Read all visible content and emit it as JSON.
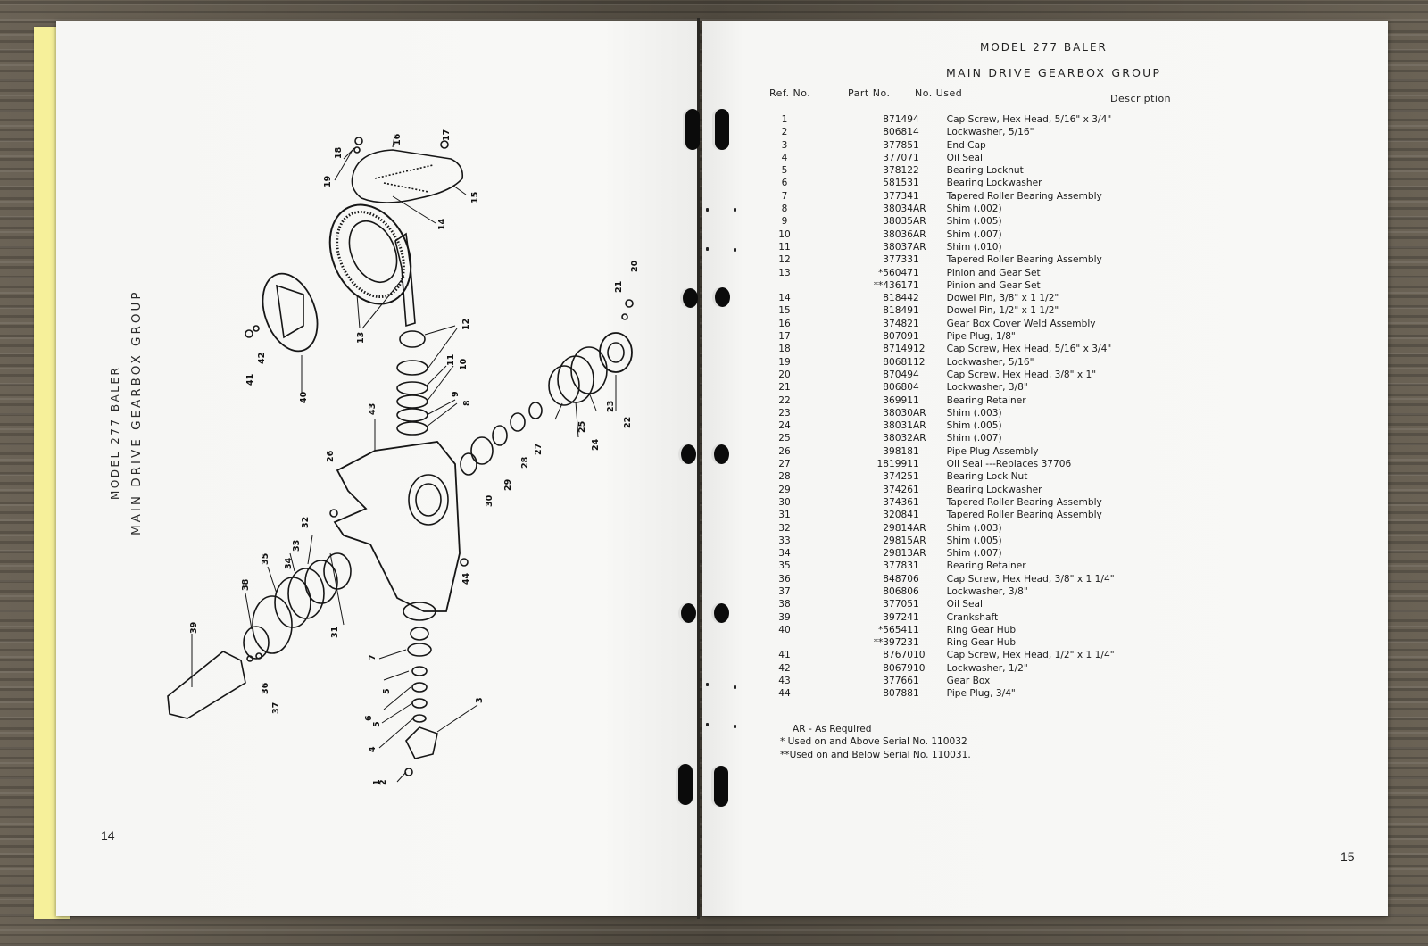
{
  "left_page": {
    "side_title": {
      "line1": "MODEL 277 BALER",
      "line2": "MAIN DRIVE GEARBOX GROUP"
    },
    "page_number": "14",
    "diagram": {
      "callouts": [
        "1",
        "2",
        "3",
        "4",
        "5",
        "5",
        "6",
        "7",
        "8",
        "9",
        "10",
        "11",
        "12",
        "13",
        "14",
        "15",
        "16",
        "17",
        "18",
        "19",
        "20",
        "21",
        "22",
        "23",
        "24",
        "25",
        "26",
        "27",
        "28",
        "29",
        "30",
        "31",
        "32",
        "33",
        "34",
        "35",
        "36",
        "37",
        "38",
        "39",
        "40",
        "41",
        "42",
        "43",
        "44"
      ]
    }
  },
  "right_page": {
    "header": {
      "model": "MODEL 277 BALER",
      "group": "MAIN DRIVE GEARBOX GROUP"
    },
    "columns": {
      "ref": "Ref. No.",
      "part": "Part No.",
      "used": "No. Used",
      "desc": "Description"
    },
    "parts": [
      {
        "ref": "1",
        "part": "87149",
        "used": "4",
        "desc": "Cap Screw, Hex Head, 5/16\" x 3/4\""
      },
      {
        "ref": "2",
        "part": "80681",
        "used": "4",
        "desc": "Lockwasher, 5/16\""
      },
      {
        "ref": "3",
        "part": "37785",
        "used": "1",
        "desc": "End Cap"
      },
      {
        "ref": "4",
        "part": "37707",
        "used": "1",
        "desc": "Oil Seal"
      },
      {
        "ref": "5",
        "part": "37812",
        "used": "2",
        "desc": "Bearing Locknut"
      },
      {
        "ref": "6",
        "part": "58153",
        "used": "1",
        "desc": "Bearing Lockwasher"
      },
      {
        "ref": "7",
        "part": "37734",
        "used": "1",
        "desc": "Tapered Roller Bearing Assembly"
      },
      {
        "ref": "8",
        "part": "38034",
        "used": "AR",
        "desc": "Shim (.002)"
      },
      {
        "ref": "9",
        "part": "38035",
        "used": "AR",
        "desc": "Shim (.005)"
      },
      {
        "ref": "10",
        "part": "38036",
        "used": "AR",
        "desc": "Shim (.007)"
      },
      {
        "ref": "11",
        "part": "38037",
        "used": "AR",
        "desc": "Shim (.010)"
      },
      {
        "ref": "12",
        "part": "37733",
        "used": "1",
        "desc": "Tapered Roller Bearing Assembly"
      },
      {
        "ref": "13",
        "part": "*56047",
        "used": "1",
        "desc": "Pinion and Gear Set"
      },
      {
        "ref": "",
        "part": "**43617",
        "used": "1",
        "desc": "Pinion and Gear Set"
      },
      {
        "ref": "14",
        "part": "81844",
        "used": "2",
        "desc": "Dowel Pin, 3/8\" x 1 1/2\""
      },
      {
        "ref": "15",
        "part": "81849",
        "used": "1",
        "desc": "Dowel Pin, 1/2\" x 1 1/2\""
      },
      {
        "ref": "16",
        "part": "37482",
        "used": "1",
        "desc": "Gear Box Cover Weld Assembly"
      },
      {
        "ref": "17",
        "part": "80709",
        "used": "1",
        "desc": "Pipe Plug, 1/8\""
      },
      {
        "ref": "18",
        "part": "87149",
        "used": "12",
        "desc": "Cap Screw, Hex Head, 5/16\" x 3/4\""
      },
      {
        "ref": "19",
        "part": "80681",
        "used": "12",
        "desc": "Lockwasher, 5/16\""
      },
      {
        "ref": "20",
        "part": "87049",
        "used": "4",
        "desc": "Cap Screw, Hex Head, 3/8\" x 1\""
      },
      {
        "ref": "21",
        "part": "80680",
        "used": "4",
        "desc": "Lockwasher, 3/8\""
      },
      {
        "ref": "22",
        "part": "36991",
        "used": "1",
        "desc": "Bearing Retainer"
      },
      {
        "ref": "23",
        "part": "38030",
        "used": "AR",
        "desc": "Shim (.003)"
      },
      {
        "ref": "24",
        "part": "38031",
        "used": "AR",
        "desc": "Shim (.005)"
      },
      {
        "ref": "25",
        "part": "38032",
        "used": "AR",
        "desc": "Shim (.007)"
      },
      {
        "ref": "26",
        "part": "39818",
        "used": "1",
        "desc": "Pipe Plug Assembly"
      },
      {
        "ref": "27",
        "part": "181991",
        "used": "1",
        "desc": "Oil Seal  ---Replaces 37706"
      },
      {
        "ref": "28",
        "part": "37425",
        "used": "1",
        "desc": "Bearing Lock Nut"
      },
      {
        "ref": "29",
        "part": "37426",
        "used": "1",
        "desc": "Bearing Lockwasher"
      },
      {
        "ref": "30",
        "part": "37436",
        "used": "1",
        "desc": "Tapered Roller Bearing Assembly"
      },
      {
        "ref": "31",
        "part": "32084",
        "used": "1",
        "desc": "Tapered Roller Bearing Assembly"
      },
      {
        "ref": "32",
        "part": "29814",
        "used": "AR",
        "desc": "Shim (.003)"
      },
      {
        "ref": "33",
        "part": "29815",
        "used": "AR",
        "desc": "Shim (.005)"
      },
      {
        "ref": "34",
        "part": "29813",
        "used": "AR",
        "desc": "Shim (.007)"
      },
      {
        "ref": "35",
        "part": "37783",
        "used": "1",
        "desc": "Bearing Retainer"
      },
      {
        "ref": "36",
        "part": "84870",
        "used": "6",
        "desc": "Cap Screw, Hex Head, 3/8\" x 1 1/4\""
      },
      {
        "ref": "37",
        "part": "80680",
        "used": "6",
        "desc": "Lockwasher, 3/8\""
      },
      {
        "ref": "38",
        "part": "37705",
        "used": "1",
        "desc": "Oil Seal"
      },
      {
        "ref": "39",
        "part": "39724",
        "used": "1",
        "desc": "Crankshaft"
      },
      {
        "ref": "40",
        "part": "*56541",
        "used": "1",
        "desc": "Ring Gear Hub"
      },
      {
        "ref": "",
        "part": "**39723",
        "used": "1",
        "desc": "Ring Gear Hub"
      },
      {
        "ref": "41",
        "part": "87670",
        "used": "10",
        "desc": "Cap Screw, Hex Head, 1/2\" x 1 1/4\""
      },
      {
        "ref": "42",
        "part": "80679",
        "used": "10",
        "desc": "Lockwasher, 1/2\""
      },
      {
        "ref": "43",
        "part": "37766",
        "used": "1",
        "desc": "Gear Box"
      },
      {
        "ref": "44",
        "part": "80788",
        "used": "1",
        "desc": "Pipe Plug, 3/4\""
      }
    ],
    "notes": [
      "AR - As Required",
      "* Used on and Above Serial No. 110032",
      "**Used on and Below Serial No. 110031."
    ],
    "page_number": "15"
  }
}
